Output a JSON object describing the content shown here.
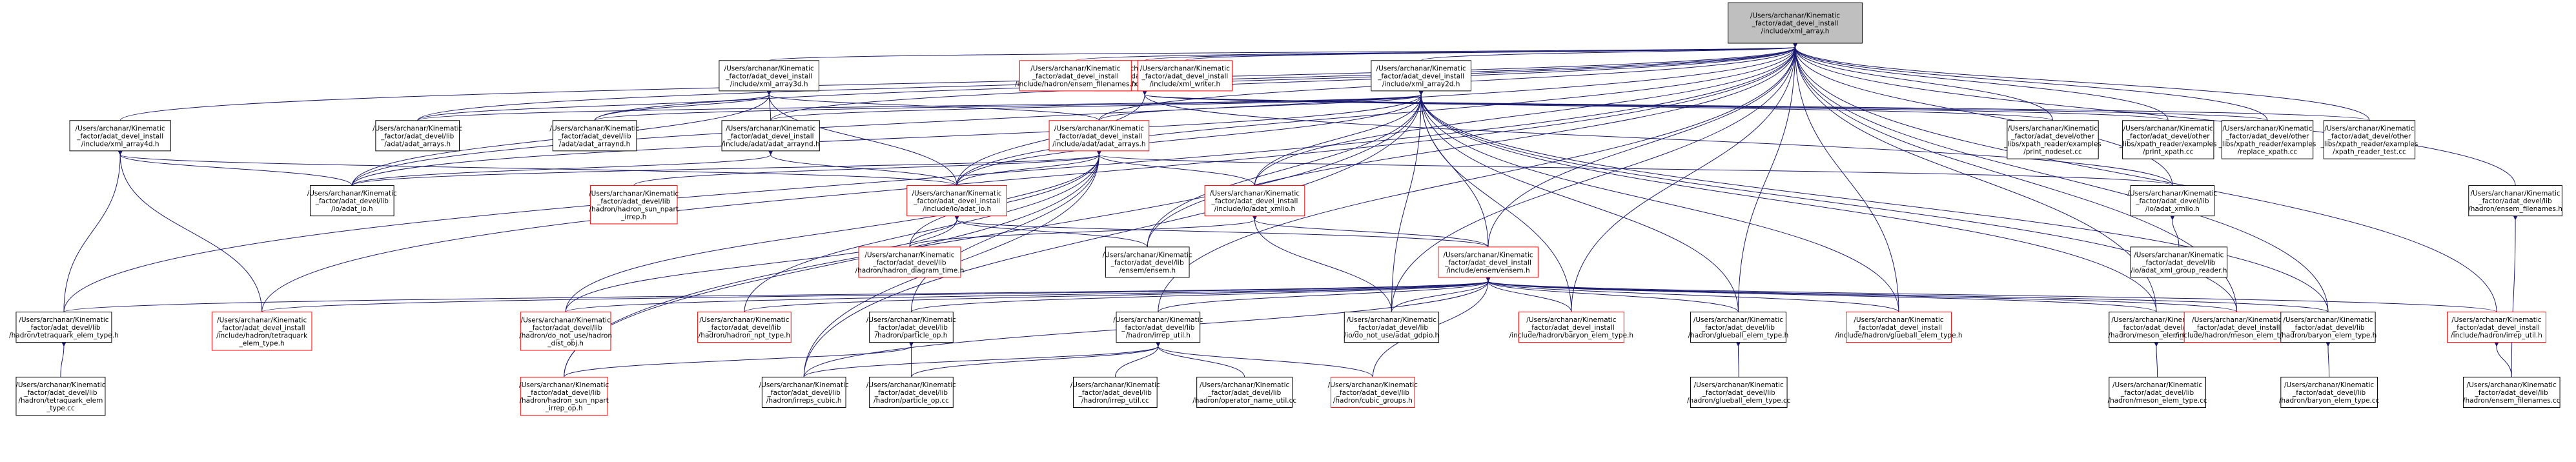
{
  "colors": {
    "root_fill": "#bfbfbf",
    "node_fill": "#ffffff",
    "border_black": "#000000",
    "border_red": "#ff0000",
    "edge": "#191970"
  },
  "nodes": [
    {
      "id": "xml_array",
      "root": true,
      "lines": [
        "/Users/archanar/Kinematic",
        "_factor/adat_devel_install",
        "/include/xml_array.h"
      ]
    },
    {
      "id": "xml_array3d",
      "lines": [
        "/Users/archanar/Kinematic",
        "_factor/adat_devel_install",
        "/include/xml_array3d.h"
      ]
    },
    {
      "id": "xml_array2d",
      "lines": [
        "/Users/archanar/Kinematic",
        "_factor/adat_devel_install",
        "/include/xml_array2d.h"
      ]
    },
    {
      "id": "xpath_reader",
      "red": true,
      "lines": [
        "/Users/archanar/Kinematic",
        "_factor/adat_devel_install",
        "/include/xpath_reader.h"
      ]
    },
    {
      "id": "inc_ensem_filenames",
      "red": true,
      "lines": [
        "/Users/archanar/Kinematic",
        "_factor/adat_devel_install",
        "/include/hadron/ensem_filenames.h"
      ]
    },
    {
      "id": "xml_writer",
      "red": true,
      "lines": [
        "/Users/archanar/Kinematic",
        "_factor/adat_devel_install",
        "/include/xml_writer.h"
      ]
    },
    {
      "id": "xml_array4d",
      "lines": [
        "/Users/archanar/Kinematic",
        "_factor/adat_devel_install",
        "/include/xml_array4d.h"
      ]
    },
    {
      "id": "lib_adat_arrays",
      "lines": [
        "/Users/archanar/Kinematic",
        "_factor/adat_devel/lib",
        "/adat/adat_arrays.h"
      ]
    },
    {
      "id": "lib_adat_arraynd",
      "lines": [
        "/Users/archanar/Kinematic",
        "_factor/adat_devel/lib",
        "/adat/adat_arraynd.h"
      ]
    },
    {
      "id": "inc_adat_arraynd",
      "lines": [
        "/Users/archanar/Kinematic",
        "_factor/adat_devel_install",
        "/include/adat/adat_arraynd.h"
      ]
    },
    {
      "id": "inc_adat_arrays",
      "red": true,
      "lines": [
        "/Users/archanar/Kinematic",
        "_factor/adat_devel_install",
        "/include/adat/adat_arrays.h"
      ]
    },
    {
      "id": "print_nodeset",
      "lines": [
        "/Users/archanar/Kinematic",
        "_factor/adat_devel/other",
        "_libs/xpath_reader/examples",
        "/print_nodeset.cc"
      ]
    },
    {
      "id": "print_xpath",
      "lines": [
        "/Users/archanar/Kinematic",
        "_factor/adat_devel/other",
        "_libs/xpath_reader/examples",
        "/print_xpath.cc"
      ]
    },
    {
      "id": "replace_xpath",
      "lines": [
        "/Users/archanar/Kinematic",
        "_factor/adat_devel/other",
        "_libs/xpath_reader/examples",
        "/replace_xpath.cc"
      ]
    },
    {
      "id": "xpath_reader_test",
      "lines": [
        "/Users/archanar/Kinematic",
        "_factor/adat_devel/other",
        "_libs/xpath_reader/examples",
        "/xpath_reader_test.cc"
      ]
    },
    {
      "id": "lib_adat_io",
      "lines": [
        "/Users/archanar/Kinematic",
        "_factor/adat_devel/lib",
        "/io/adat_io.h"
      ]
    },
    {
      "id": "sun_npart_irrep",
      "red": true,
      "lines": [
        "/Users/archanar/Kinematic",
        "_factor/adat_devel/lib",
        "/hadron/hadron_sun_npart",
        "_irrep.h"
      ]
    },
    {
      "id": "inc_adat_io",
      "red": true,
      "lines": [
        "/Users/archanar/Kinematic",
        "_factor/adat_devel_install",
        "/include/io/adat_io.h"
      ]
    },
    {
      "id": "inc_adat_xmlio",
      "red": true,
      "lines": [
        "/Users/archanar/Kinematic",
        "_factor/adat_devel_install",
        "/include/io/adat_xmlio.h"
      ]
    },
    {
      "id": "lib_adat_xmlio",
      "lines": [
        "/Users/archanar/Kinematic",
        "_factor/adat_devel/lib",
        "/io/adat_xmlio.h"
      ]
    },
    {
      "id": "lib_ensem_filenames",
      "lines": [
        "/Users/archanar/Kinematic",
        "_factor/adat_devel/lib",
        "/hadron/ensem_filenames.h"
      ]
    },
    {
      "id": "hadron_diagram_time",
      "red": true,
      "lines": [
        "/Users/archanar/Kinematic",
        "_factor/adat_devel/lib",
        "/hadron/hadron_diagram_time.h"
      ]
    },
    {
      "id": "ensem_ensem",
      "lines": [
        "/Users/archanar/Kinematic",
        "_factor/adat_devel/lib",
        "/ensem/ensem.h"
      ]
    },
    {
      "id": "inc_ensem",
      "red": true,
      "lines": [
        "/Users/archanar/Kinematic",
        "_factor/adat_devel_install",
        "/include/ensem/ensem.h"
      ]
    },
    {
      "id": "xml_group_reader",
      "lines": [
        "/Users/archanar/Kinematic",
        "_factor/adat_devel/lib",
        "/io/adat_xml_group_reader.h"
      ]
    },
    {
      "id": "lib_tetraquark",
      "lines": [
        "/Users/archanar/Kinematic",
        "_factor/adat_devel/lib",
        "/hadron/tetraquark_elem_type.h"
      ]
    },
    {
      "id": "inc_tetraquark",
      "red": true,
      "lines": [
        "/Users/archanar/Kinematic",
        "_factor/adat_devel_install",
        "/include/hadron/tetraquark",
        "_elem_type.h"
      ]
    },
    {
      "id": "do_not_use",
      "red": true,
      "lines": [
        "/Users/archanar/Kinematic",
        "_factor/adat_devel/lib",
        "/hadron/do_not_use/hadron",
        "_dist_obj.h"
      ]
    },
    {
      "id": "hadron_npt_type",
      "red": true,
      "lines": [
        "/Users/archanar/Kinematic",
        "_factor/adat_devel/lib",
        "/hadron/hadron_npt_type.h"
      ]
    },
    {
      "id": "particle_op_h",
      "lines": [
        "/Users/archanar/Kinematic",
        "_factor/adat_devel/lib",
        "/hadron/particle_op.h"
      ]
    },
    {
      "id": "irrep_util_h",
      "lines": [
        "/Users/archanar/Kinematic",
        "_factor/adat_devel/lib",
        "/hadron/irrep_util.h"
      ]
    },
    {
      "id": "adat_gdpio",
      "lines": [
        "/Users/archanar/Kinematic",
        "_factor/adat_devel/lib",
        "/io/do_not_use/adat_gdpio.h"
      ]
    },
    {
      "id": "inc_baryon_elem",
      "red": true,
      "lines": [
        "/Users/archanar/Kinematic",
        "_factor/adat_devel_install",
        "/include/hadron/baryon_elem_type.h"
      ]
    },
    {
      "id": "lib_glueball_elem",
      "lines": [
        "/Users/archanar/Kinematic",
        "_factor/adat_devel/lib",
        "/hadron/glueball_elem_type.h"
      ]
    },
    {
      "id": "inc_glueball_elem",
      "red": true,
      "lines": [
        "/Users/archanar/Kinematic",
        "_factor/adat_devel_install",
        "/include/hadron/glueball_elem_type.h"
      ]
    },
    {
      "id": "lib_meson_elem",
      "lines": [
        "/Users/archanar/Kinematic",
        "_factor/adat_devel/lib",
        "/hadron/meson_elem_type.h"
      ]
    },
    {
      "id": "inc_meson_elem",
      "red": true,
      "lines": [
        "/Users/archanar/Kinematic",
        "_factor/adat_devel_install",
        "/include/hadron/meson_elem_type.h"
      ]
    },
    {
      "id": "lib_baryon_elem",
      "lines": [
        "/Users/archanar/Kinematic",
        "_factor/adat_devel/lib",
        "/hadron/baryon_elem_type.h"
      ]
    },
    {
      "id": "inc_irrep_util",
      "red": true,
      "lines": [
        "/Users/archanar/Kinematic",
        "_factor/adat_devel_install",
        "/include/hadron/irrep_util.h"
      ]
    },
    {
      "id": "tetraquark_cc",
      "lines": [
        "/Users/archanar/Kinematic",
        "_factor/adat_devel/lib",
        "/hadron/tetraquark_elem",
        "_type.cc"
      ]
    },
    {
      "id": "sun_npart_irrep_op",
      "red": true,
      "lines": [
        "/Users/archanar/Kinematic",
        "_factor/adat_devel/lib",
        "/hadron/hadron_sun_npart",
        "_irrep_op.h"
      ]
    },
    {
      "id": "irreps_cubic",
      "lines": [
        "/Users/archanar/Kinematic",
        "_factor/adat_devel/lib",
        "/hadron/irreps_cubic.h"
      ]
    },
    {
      "id": "particle_op_cc",
      "lines": [
        "/Users/archanar/Kinematic",
        "_factor/adat_devel/lib",
        "/hadron/particle_op.cc"
      ]
    },
    {
      "id": "irrep_util_cc",
      "lines": [
        "/Users/archanar/Kinematic",
        "_factor/adat_devel/lib",
        "/hadron/irrep_util.cc"
      ]
    },
    {
      "id": "operator_name_util",
      "lines": [
        "/Users/archanar/Kinematic",
        "_factor/adat_devel/lib",
        "/hadron/operator_name_util.cc"
      ]
    },
    {
      "id": "cubic_groups",
      "red": true,
      "lines": [
        "/Users/archanar/Kinematic",
        "_factor/adat_devel/lib",
        "/hadron/cubic_groups.h"
      ]
    },
    {
      "id": "glueball_cc",
      "lines": [
        "/Users/archanar/Kinematic",
        "_factor/adat_devel/lib",
        "/hadron/glueball_elem_type.cc"
      ]
    },
    {
      "id": "meson_cc",
      "lines": [
        "/Users/archanar/Kinematic",
        "_factor/adat_devel/lib",
        "/hadron/meson_elem_type.cc"
      ]
    },
    {
      "id": "baryon_cc",
      "lines": [
        "/Users/archanar/Kinematic",
        "_factor/adat_devel/lib",
        "/hadron/baryon_elem_type.cc"
      ]
    },
    {
      "id": "ensem_filenames_cc",
      "lines": [
        "/Users/archanar/Kinematic",
        "_factor/adat_devel/lib",
        "/hadron/ensem_filenames.cc"
      ]
    }
  ]
}
